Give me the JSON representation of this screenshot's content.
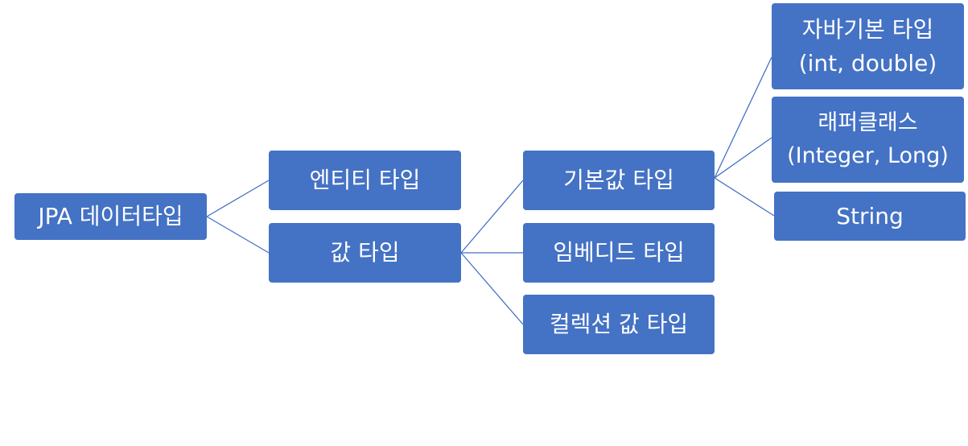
{
  "diagram": {
    "root": {
      "label": "JPA 데이터타입"
    },
    "level1": [
      {
        "label": "엔티티 타입"
      },
      {
        "label": "값 타입"
      }
    ],
    "level2": [
      {
        "label": "기본값 타입"
      },
      {
        "label": "임베디드 타입"
      },
      {
        "label": "컬렉션 값 타입"
      }
    ],
    "level3": [
      {
        "line1": "자바기본 타입",
        "line2": "(int, double)"
      },
      {
        "line1": "래퍼클래스",
        "line2": "(Integer, Long)"
      },
      {
        "line1": "String"
      }
    ]
  },
  "colors": {
    "node_fill": "#4472C4",
    "node_text": "#FFFFFF",
    "connector": "#4472C4"
  }
}
